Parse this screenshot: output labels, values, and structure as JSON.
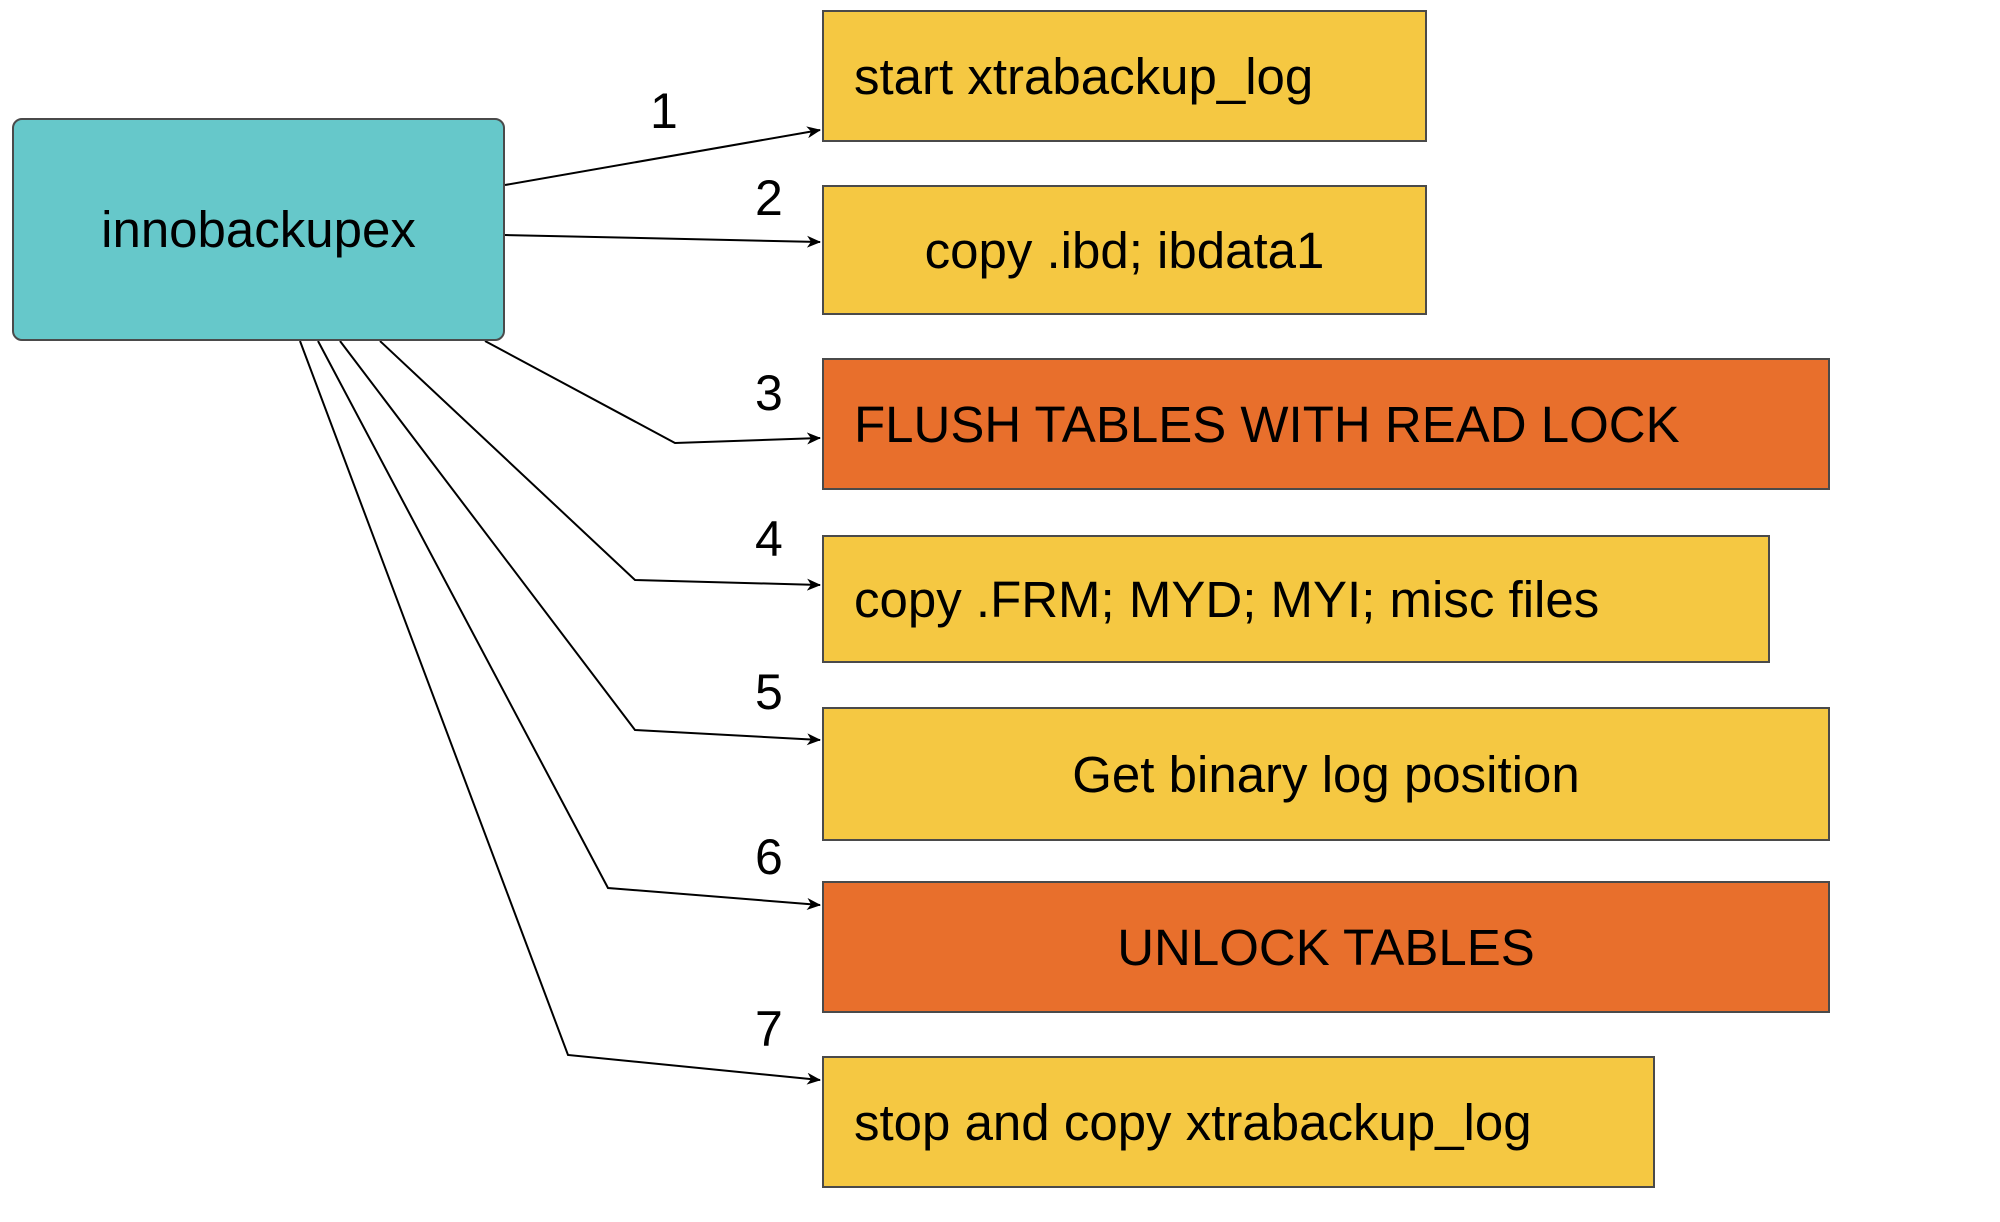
{
  "source": {
    "label": "innobackupex",
    "color": "#66c8ca"
  },
  "steps": [
    {
      "number": "1",
      "label": "start xtrabackup_log",
      "color": "#f5c842"
    },
    {
      "number": "2",
      "label": "copy .ibd; ibdata1",
      "color": "#f5c842"
    },
    {
      "number": "3",
      "label": "FLUSH TABLES WITH READ LOCK",
      "color": "#e86f2c"
    },
    {
      "number": "4",
      "label": "copy .FRM; MYD; MYI; misc files",
      "color": "#f5c842"
    },
    {
      "number": "5",
      "label": "Get binary log position",
      "color": "#f5c842"
    },
    {
      "number": "6",
      "label": "UNLOCK TABLES",
      "color": "#e86f2c"
    },
    {
      "number": "7",
      "label": "stop and copy xtrabackup_log",
      "color": "#f5c842"
    }
  ]
}
